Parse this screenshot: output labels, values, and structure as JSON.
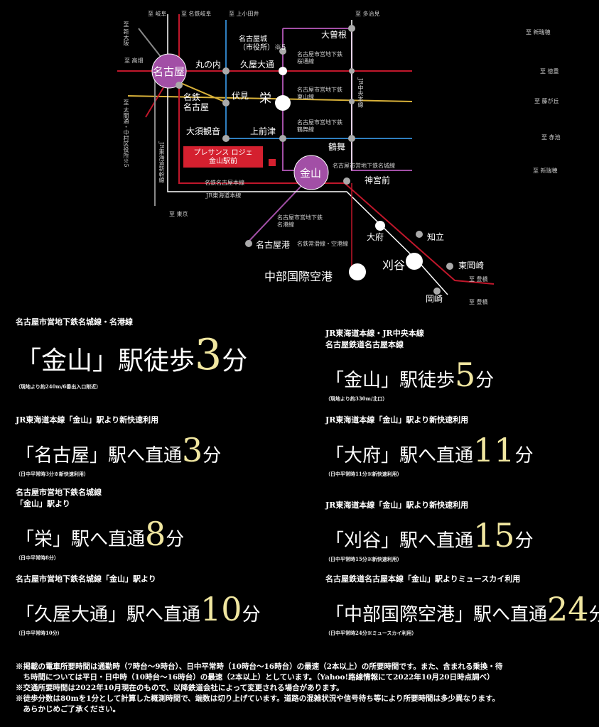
{
  "map": {
    "directions": {
      "gifu": "至 岐阜",
      "meitetsu_gifu": "至 名鉄岐阜",
      "kamiotai": "至 上小田井",
      "tajimi": "至 多治見",
      "shin_osaka": "至 新大阪",
      "takabata": "至 高畑",
      "taiko_dori": "至 太閤通・中村区役所※5",
      "shinsakae_right_top": "至 新瑞穂",
      "shin_seto": "至 藤が丘",
      "tokoname_right": "至 徳重",
      "hoshigaoka": "至 藤が丘",
      "akaike": "至 赤池",
      "shin_mizuho": "至 新瑞穂",
      "tokyo": "至 東京",
      "toyohashi1": "至 豊橋",
      "toyohashi2": "至 豊橋"
    },
    "stations": {
      "nagoya": "名古屋",
      "kanayama": "金山",
      "marunouchi": "丸の内",
      "meitetsu_nagoya": "名鉄\n名古屋",
      "fushimi": "伏見",
      "sakae": "栄",
      "nagoyajo": "名古屋城\n（市役所）※5",
      "hisaya": "久屋大通",
      "ozone": "大曽根",
      "osu": "大須観音",
      "kamimaezu": "上前津",
      "tsurumai": "鶴舞",
      "jingumae": "神宮前",
      "nagoyako": "名古屋港",
      "obu": "大府",
      "chiryu": "知立",
      "kariya": "刈谷",
      "higashiokazaki": "東岡崎",
      "okazaki": "岡崎",
      "centrair": "中部国際空港"
    },
    "lines": {
      "sakuradori": "名古屋市営地下鉄\n桜通線",
      "higashiyama": "名古屋市営地下鉄\n東山線",
      "tsurumai_line": "名古屋市営地下鉄\n鶴舞線",
      "meijo": "名古屋市営地下鉄名城線",
      "meiko": "名古屋市営地下鉄\n名港線",
      "meitetsu": "名鉄名古屋本線",
      "jr_tokaido": "JR東海道本線",
      "jr_chuo": "JR中央本線",
      "jr_tokaido_shinkansen": "JR東海道新幹線",
      "meitetsu_tokoname": "名鉄常滑線・空港線"
    },
    "property": "プレサンス ロジェ\n金山駅前",
    "colors": {
      "higashiyama": "#d9b23a",
      "meijo": "#a24fa6",
      "sakuradori": "#c0172b",
      "tsurumai_line": "#2f7fc0",
      "jr": "#ffffff",
      "meitetsu": "#c0172b",
      "shinkansen": "#888888",
      "node_purple": "#a24fa6",
      "property_red": "#d4202f"
    }
  },
  "access": [
    {
      "lines": [
        "名古屋市営地下鉄名城線・名港線"
      ],
      "station": "「金山」駅徒歩",
      "minutes": "3",
      "unit": "分",
      "note": "（現地より約240m/6番出入口附近）"
    },
    {
      "lines": [
        "JR東海道本線・JR中央本線",
        "名古屋鉄道名古屋本線"
      ],
      "station": "「金山」駅徒歩",
      "minutes": "5",
      "unit": "分",
      "note": "（現地より約330m/北口）"
    },
    {
      "lines": [
        "JR東海道本線「金山」駅より新快速利用"
      ],
      "station": "「名古屋」駅へ直通",
      "minutes": "3",
      "unit": "分",
      "note": "（日中平常時3分※新快速利用）"
    },
    {
      "lines": [
        "JR東海道本線「金山」駅より新快速利用"
      ],
      "station": "「大府」駅へ直通",
      "minutes": "11",
      "unit": "分",
      "note": "（日中平常時11分※新快速利用）"
    },
    {
      "lines": [
        "名古屋市営地下鉄名城線",
        "「金山」駅より"
      ],
      "station": "「栄」駅へ直通",
      "minutes": "8",
      "unit": "分",
      "note": "（日中平常時8分）"
    },
    {
      "lines": [
        "JR東海道本線「金山」駅より新快速利用"
      ],
      "station": "「刈谷」駅へ直通",
      "minutes": "15",
      "unit": "分",
      "note": "（日中平常時15分※新快速利用）"
    },
    {
      "lines": [
        "名古屋市営地下鉄名城線「金山」駅より"
      ],
      "station": "「久屋大通」駅へ直通",
      "minutes": "10",
      "unit": "分",
      "note": "（日中平常時10分）"
    },
    {
      "lines": [
        "名古屋鉄道名古屋本線「金山」駅よりミュースカイ利用"
      ],
      "station": "「中部国際空港」駅へ直通",
      "minutes": "24",
      "unit": "分",
      "note": "（日中平常時24分※ミュースカイ利用）"
    }
  ],
  "footnotes": [
    "※掲載の電車所要時間は通勤時（7時台〜9時台）、日中平常時（10時台〜16時台）の最速（2本以上）の所要時間です。また、含まれる乗換・待",
    "　ち時間については平日・日中時（10時台〜16時台）の最速（2本以上）としています。（Yahoo!路線情報にて2022年10月20日時点調べ）",
    "※交通所要時間は2022年10月現在のもので、以降鉄道会社によって変更される場合があります。",
    "※徒歩分数は80mを1分として計算した概測時間で、端数は切り上げています。道路の混雑状況や信号待ち等により所要時間は多少異なります。",
    "　あらかじめご了承ください。"
  ]
}
